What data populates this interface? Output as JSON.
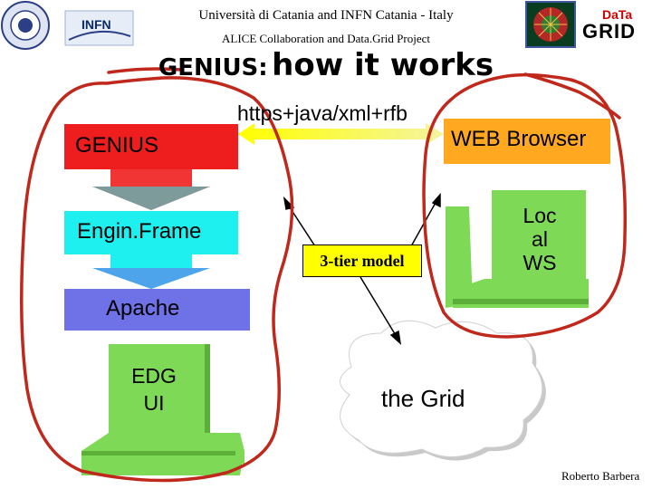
{
  "header": {
    "line1": "Università di Catania and INFN Catania - Italy",
    "line2": "ALICE Collaboration and Data.Grid Project"
  },
  "title": {
    "part1": "GENIUS:",
    "part2": "how it works"
  },
  "protocol_label": "https+java/xml+rfb",
  "stack": {
    "genius": "GENIUS",
    "engine": "Engin.Frame",
    "apache": "Apache",
    "edg_line1": "EDG",
    "edg_line2": "UI"
  },
  "client": {
    "browser": "WEB Browser",
    "ws_line1": "Loc",
    "ws_line2": "al",
    "ws_line3": "WS"
  },
  "model_label": "3-tier model",
  "grid_label": "the Grid",
  "credit": "Roberto Barbera",
  "logos": {
    "infn": "INFN",
    "datagrid_top": "DaTa",
    "datagrid_bottom": "GRID"
  },
  "colors": {
    "genius_box": "#ef1e1e",
    "engine_box": "#1ef0f0",
    "apache_box": "#6e72e6",
    "web_box": "#ffa820",
    "computer": "#7ed957",
    "outline": "#c0281c",
    "model_box": "#ffff00"
  }
}
